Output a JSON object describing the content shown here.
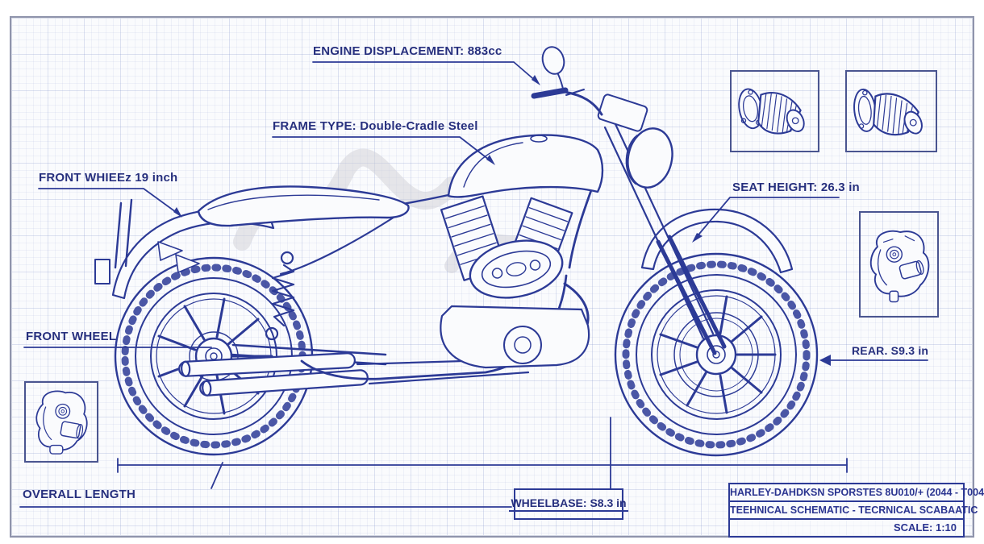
{
  "colors": {
    "ink": "#2c3a96",
    "label_text": "#27307e",
    "sheet_frame": "#8f94ac"
  },
  "labels": {
    "engine_displacement": "ENGINE DISPLACEMENT: 883cc",
    "frame_type": "FRAME TYPE: Double-Cradle Steel",
    "front_wheel_size": "FRONT WHIEEz 19 inch",
    "seat_height": "SEAT HEIGHT: 26.3 in",
    "front_wheel": "FRONT WHEEL",
    "rear_dimension": "REAR.  S9.3 in",
    "overall_length": "OVERALL LENGTH",
    "wheelbase": "WHEELBASE: S8.3 in"
  },
  "title_block": {
    "line1": "HARLEY-DAHDKSN SPORSTES 8U010/+ (2044 - T004",
    "line2": "TEEHNICAL SCHEMATIC - TECRNICAL SCABAATIC",
    "scale": "SCALE: 1:10"
  }
}
